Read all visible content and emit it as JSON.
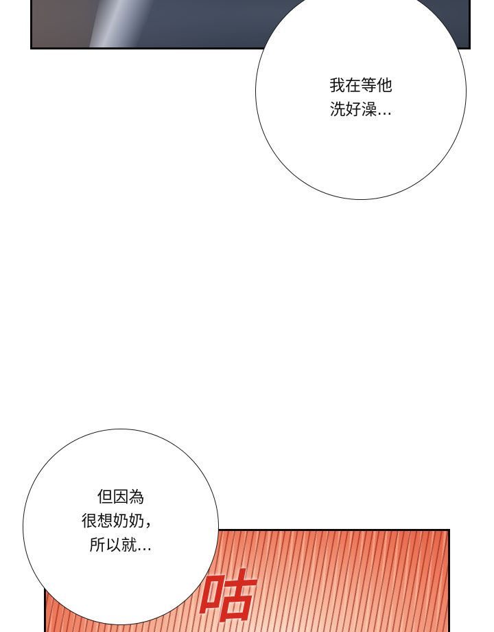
{
  "bubbles": [
    {
      "lines": [
        "我在等他",
        "洗好澡..."
      ]
    },
    {
      "lines": [
        "但因為",
        "很想奶奶，",
        "所以就..."
      ]
    }
  ],
  "sound_effect": {
    "text": "咕",
    "color": "#d62a1f"
  },
  "colors": {
    "page_background": "#ffffff",
    "top_panel_tone": "#3d4758",
    "bottom_panel_tone": "#ee7a5c"
  }
}
